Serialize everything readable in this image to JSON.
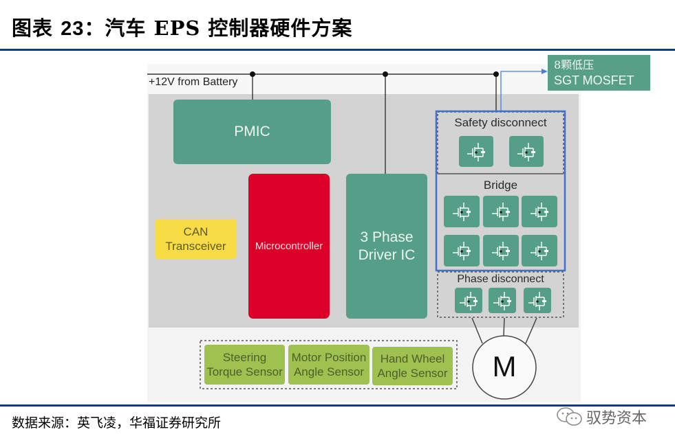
{
  "figure": {
    "title_prefix": "图表 ",
    "title_number": "23",
    "title_text": "：汽车 EPS 控制器硬件方案",
    "source": "数据来源：英飞凌，华福证券研究所",
    "watermark": "驭势资本",
    "watermark_icon": "wechat-icon"
  },
  "diagram": {
    "power_rail_label": "+12V from Battery",
    "callout": {
      "line1": "8颗低压",
      "line2": "SGT MOSFET"
    },
    "blocks": {
      "pmic": "PMIC",
      "microcontroller": "Microcontroller",
      "driver_line1": "3 Phase",
      "driver_line2": "Driver IC",
      "can_line1": "CAN",
      "can_line2": "Transceiver"
    },
    "groups": {
      "safety": {
        "label": "Safety disconnect",
        "mosfet_count": 2
      },
      "bridge": {
        "label": "Bridge",
        "mosfet_count": 6
      },
      "phase": {
        "label": "Phase disconnect",
        "mosfet_count": 3
      }
    },
    "sensors": [
      {
        "line1": "Steering",
        "line2": "Torque Sensor"
      },
      {
        "line1": "Motor Position",
        "line2": "Angle Sensor"
      },
      {
        "line1": "Hand Wheel",
        "line2": "Angle Sensor"
      }
    ],
    "motor_label": "M",
    "colors": {
      "green": "#559e87",
      "red": "#dc0028",
      "yellow": "#f7dc46",
      "olive": "#9ec150",
      "highlight_blue": "#3f6fd1",
      "rule_blue": "#0d3b8c"
    }
  }
}
